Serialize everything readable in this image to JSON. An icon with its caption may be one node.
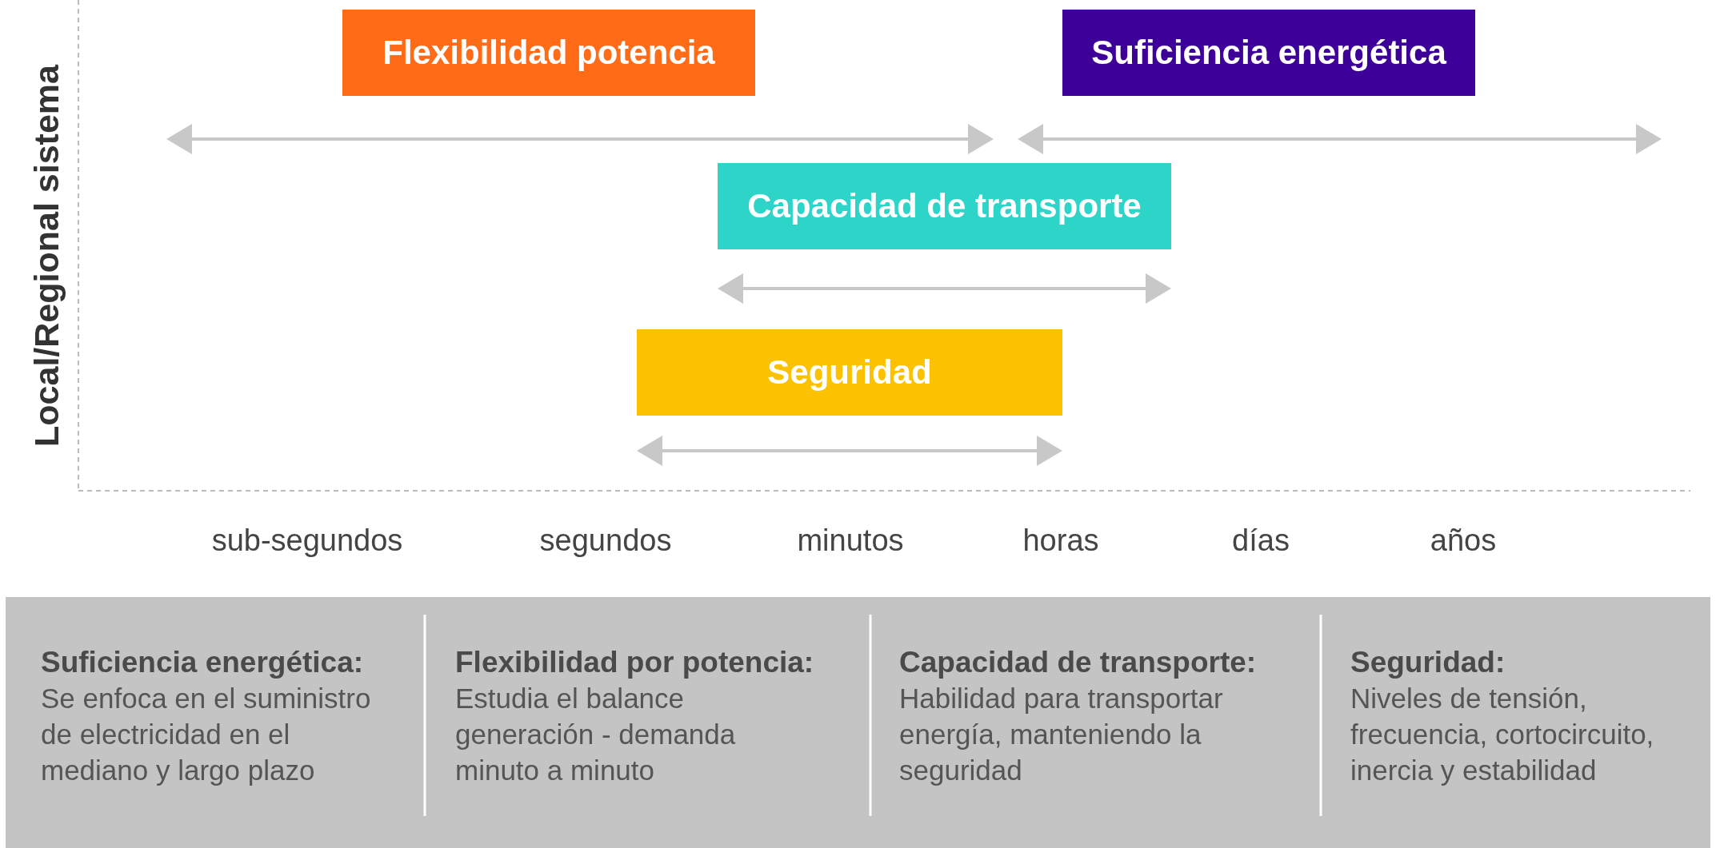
{
  "diagram": {
    "nodes": [
      {
        "text": [
          "Flexibilidad potencia"
        ]
      },
      {
        "text": [
          "Suficiencia energética"
        ]
      },
      {
        "text": [
          "Capacidad de transporte"
        ]
      },
      {
        "text": [
          "Seguridad"
        ]
      }
    ],
    "labels": [
      "Local/Regional sistema",
      "sub-segundos",
      "segundos",
      "minutos",
      "horas",
      "días",
      "años",
      "Suficiencia energética:",
      "Se enfoca en el suministro de electricidad en el mediano y largo plazo",
      "Flexibilidad por potencia:",
      "Estudia el balance generación - demanda minuto a minuto",
      "Capacidad de transporte:",
      "Habilidad para transportar energía, manteniendo la seguridad",
      "Seguridad:",
      "Niveles de tensión, frecuencia, cortocircuito, inercia y estabilidad"
    ]
  }
}
